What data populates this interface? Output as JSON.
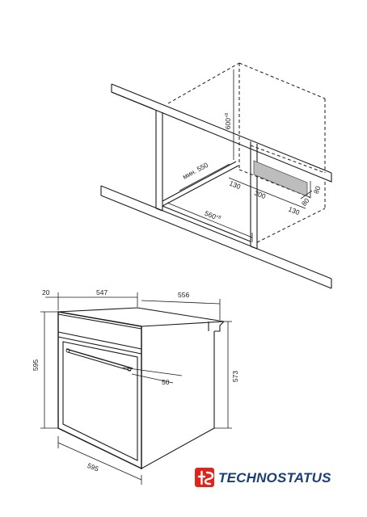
{
  "installation": {
    "dims": {
      "height_min": "600",
      "height_tol": "+8",
      "depth_min_label": "мин. 550",
      "width": "560",
      "width_tol": "+8",
      "vent_130_a": "130",
      "vent_300": "300",
      "vent_130_b": "130",
      "vent_80_a": "80",
      "vent_80_b": "80"
    }
  },
  "oven": {
    "dims": {
      "front_thickness": "20",
      "body_depth": "547",
      "total_depth": "556",
      "front_height": "595",
      "body_height": "573",
      "handle_offset": "50",
      "front_width": "595"
    }
  },
  "brand": {
    "logo_text": "TECHNOSTATUS",
    "logo_color": "#e2231a",
    "text_color": "#1c3f73"
  }
}
